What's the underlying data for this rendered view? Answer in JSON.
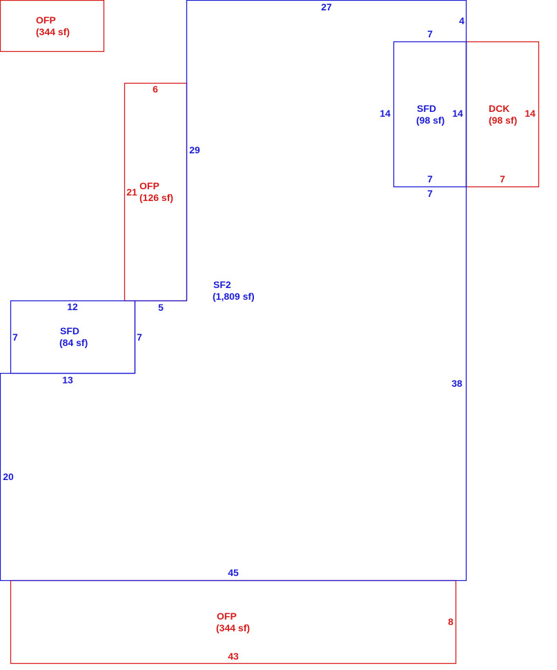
{
  "colors": {
    "main": "#1a1ad6",
    "porch": "#d61a1a"
  },
  "areas": {
    "sf2": {
      "name": "SF2",
      "size": "(1,809 sf)"
    },
    "sfd_right": {
      "name": "SFD",
      "size": "(98 sf)"
    },
    "sfd_left": {
      "name": "SFD",
      "size": "(84 sf)"
    },
    "dck": {
      "name": "DCK",
      "size": "(98 sf)"
    },
    "ofp_top": {
      "name": "OFP",
      "size": "(344 sf)"
    },
    "ofp_mid": {
      "name": "OFP",
      "size": "(126 sf)"
    },
    "ofp_bottom": {
      "name": "OFP",
      "size": "(344 sf)"
    }
  },
  "dims": {
    "sf2_top": "27",
    "sf2_top_right": "4",
    "sf2_left_upper": "29",
    "sf2_notch": "5",
    "sf2_right": "38",
    "sf2_bottom": "45",
    "sf2_left_lower": "20",
    "sfd_r_top": "7",
    "sfd_r_left": "14",
    "sfd_r_right": "14",
    "sfd_r_bottom_in": "7",
    "sfd_r_bottom_out": "7",
    "sfd_l_top": "12",
    "sfd_l_left": "7",
    "sfd_l_right": "7",
    "sfd_l_bottom": "13",
    "dck_right": "14",
    "dck_bottom": "7",
    "ofp_mid_top": "6",
    "ofp_mid_left": "21",
    "ofp_bot_right": "8",
    "ofp_bot_bottom": "43"
  }
}
